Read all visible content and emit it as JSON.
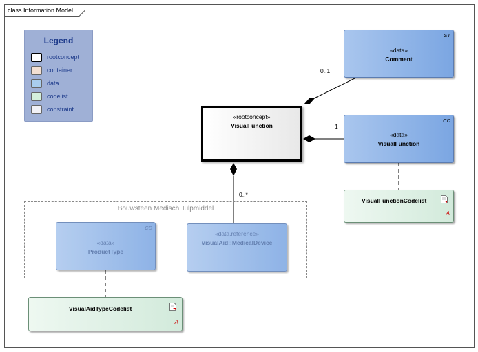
{
  "frame": {
    "title": "class Information Model"
  },
  "legend": {
    "title": "Legend",
    "items": [
      {
        "label": "rootconcept",
        "color": "#ffffff",
        "border": "#000000"
      },
      {
        "label": "container",
        "color": "#f3dfd2",
        "border": "#888888"
      },
      {
        "label": "data",
        "color": "#a9cdee",
        "border": "#888888"
      },
      {
        "label": "codelist",
        "color": "#d4efdc",
        "border": "#888888"
      },
      {
        "label": "constraint",
        "color": "#f1f1f6",
        "border": "#888888"
      }
    ]
  },
  "root": {
    "stereotype": "«rootconcept»",
    "name": "VisualFunction"
  },
  "comment": {
    "stereotype": "«data»",
    "name": "Comment",
    "tag": "ST",
    "multiplicity": "0..1"
  },
  "visual_function_data": {
    "stereotype": "«data»",
    "name": "VisualFunction",
    "tag": "CD",
    "multiplicity": "1"
  },
  "visual_function_codelist": {
    "name": "VisualFunctionCodelist",
    "mark": "A"
  },
  "package": {
    "title": "Bouwsteen MedischHulpmiddel"
  },
  "product_type": {
    "stereotype": "«data»",
    "name": "ProductType",
    "tag": "CD"
  },
  "medical_device": {
    "stereotype": "«data,reference»",
    "name": "VisualAid::MedicalDevice",
    "multiplicity": "0..*"
  },
  "visual_aid_type_codelist": {
    "name": "VisualAidTypeCodelist",
    "mark": "A"
  }
}
